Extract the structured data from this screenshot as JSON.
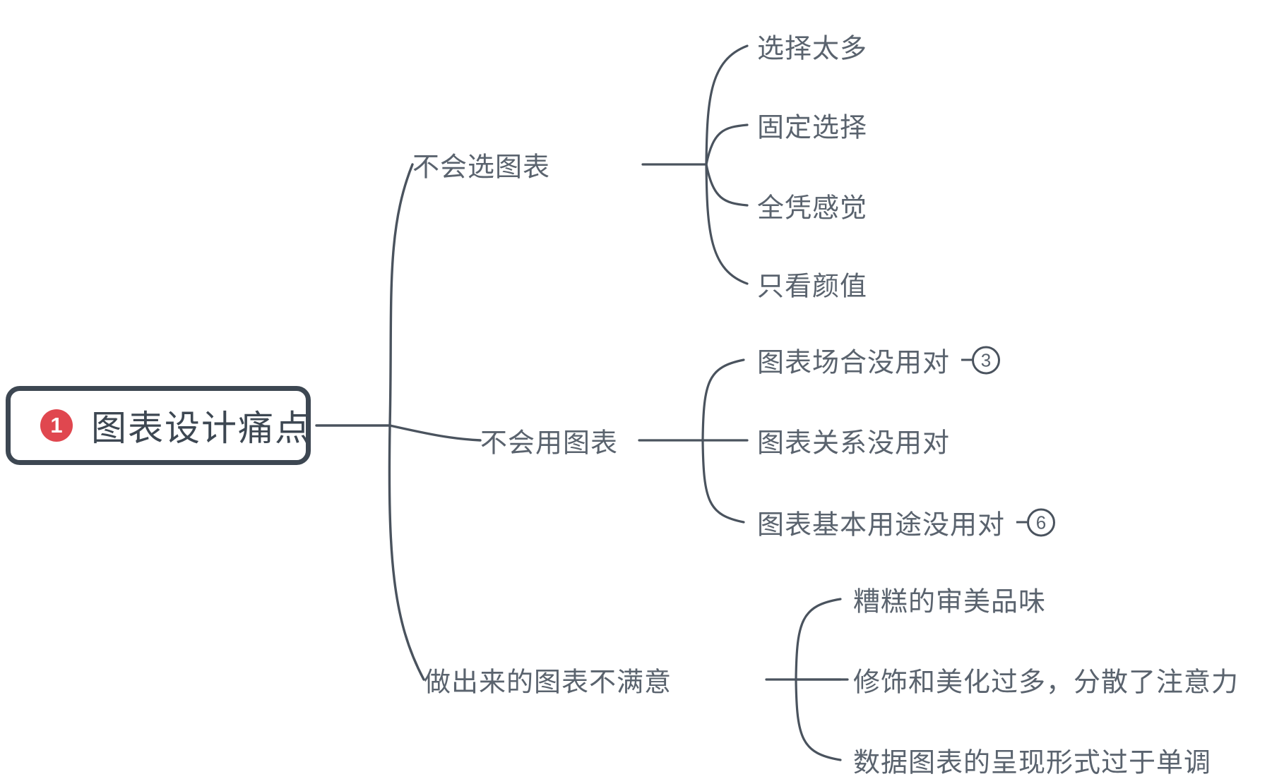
{
  "document": {
    "type": "mindmap",
    "background_color": "#ffffff",
    "line_color": "#4a535e",
    "text_color": "#5a636e"
  },
  "root": {
    "badge": "1",
    "badge_color": "#e0474f",
    "badge_text_color": "#ffffff",
    "label": "图表设计痛点",
    "border_color": "#3d4752"
  },
  "branches": [
    {
      "label": "不会选图表",
      "children": [
        {
          "label": "选择太多",
          "badge": null
        },
        {
          "label": "固定选择",
          "badge": null
        },
        {
          "label": "全凭感觉",
          "badge": null
        },
        {
          "label": "只看颜值",
          "badge": null
        }
      ]
    },
    {
      "label": "不会用图表",
      "children": [
        {
          "label": "图表场合没用对",
          "badge": "3"
        },
        {
          "label": "图表关系没用对",
          "badge": null
        },
        {
          "label": "图表基本用途没用对",
          "badge": "6"
        }
      ]
    },
    {
      "label": "做出来的图表不满意",
      "children": [
        {
          "label": "糟糕的审美品味",
          "badge": null
        },
        {
          "label": "修饰和美化过多，分散了注意力",
          "badge": null
        },
        {
          "label": "数据图表的呈现形式过于单调",
          "badge": null
        }
      ]
    }
  ]
}
